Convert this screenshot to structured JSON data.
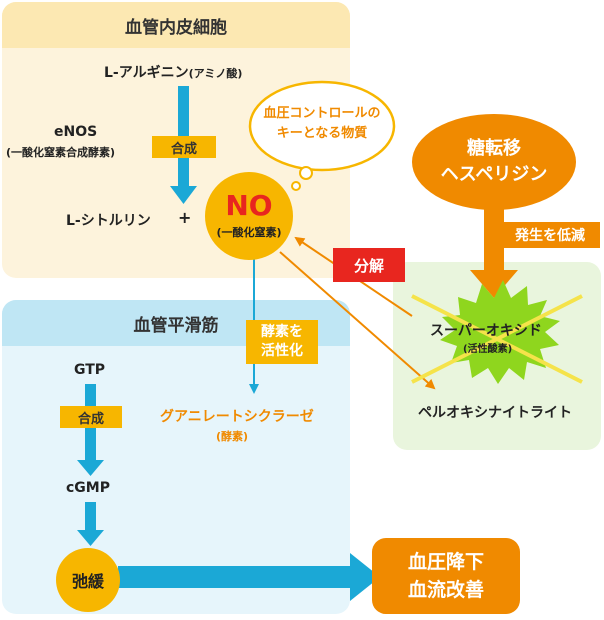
{
  "endothelial": {
    "title": "血管内皮細胞",
    "l_arginine": "L-アルギニン",
    "amino_acid": "(アミノ酸)",
    "enos": "eNOS",
    "enos_desc": "(一酸化窒素合成酵素)",
    "synthesis": "合成",
    "l_citrulline": "L-シトルリン",
    "plus": "+"
  },
  "no": {
    "label": "NO",
    "desc": "(一酸化窒素)"
  },
  "thought_bubble": {
    "line1": "血圧コントロールの",
    "line2": "キーとなる物質"
  },
  "glycation": {
    "line1": "糖転移",
    "line2": "ヘスペリジン",
    "reduce_label": "発生を低減"
  },
  "decompose_label": "分解",
  "superoxide": {
    "label": "スーパーオキシド",
    "desc": "(活性酸素)"
  },
  "peroxynitrite": "ペルオキシナイトライト",
  "smooth_muscle": {
    "title": "血管平滑筋",
    "activate_line1": "酵素を",
    "activate_line2": "活性化",
    "gtp": "GTP",
    "synthesis": "合成",
    "cgmp": "cGMP",
    "guanylate": "グアニレートシクラーゼ",
    "enzyme": "(酵素)",
    "relax": "弛緩"
  },
  "result": {
    "line1": "血圧降下",
    "line2": "血流改善"
  },
  "colors": {
    "endothelial_bg": "#fdf3dc",
    "endothelial_header": "#fce8b2",
    "smooth_bg": "#e6f5fb",
    "smooth_header": "#bfe6f4",
    "superoxide_bg": "#e9f5dd",
    "yellow": "#f7b600",
    "orange": "#f08a00",
    "blue": "#1ba8d6",
    "red": "#e8261f"
  }
}
